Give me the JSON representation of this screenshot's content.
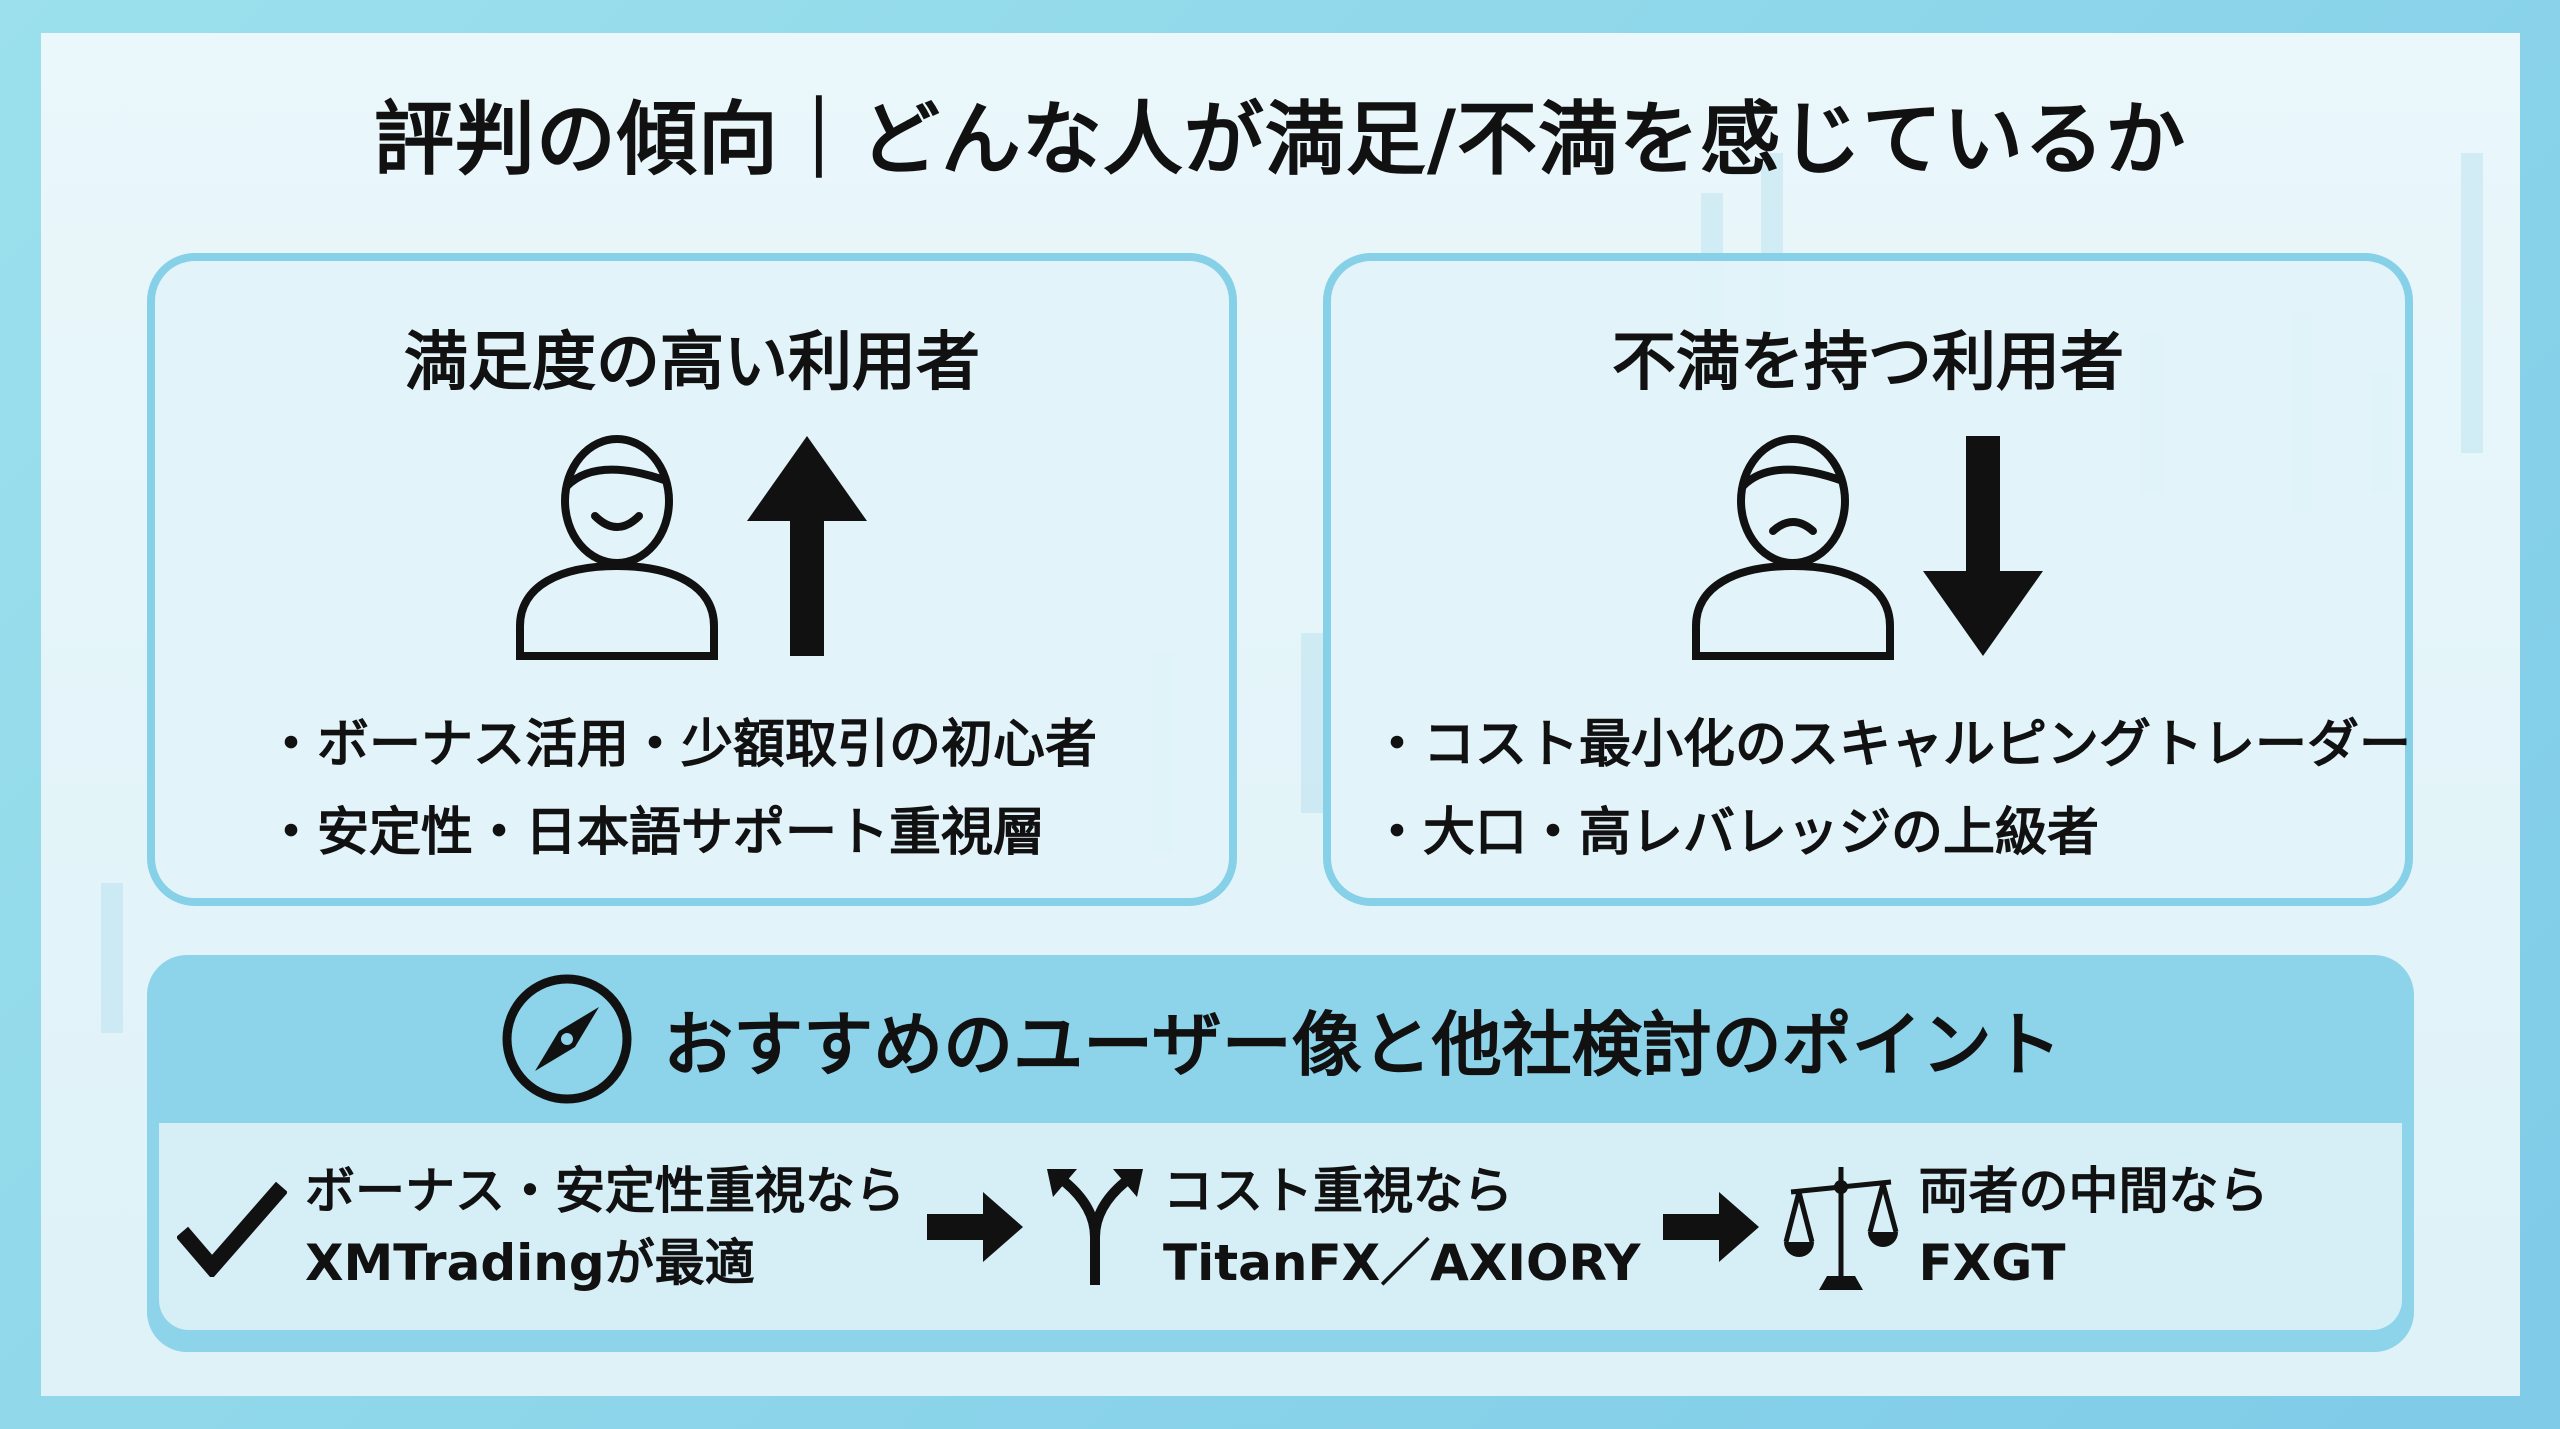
{
  "title": "評判の傾向｜どんな人が満足/不満を感じているか",
  "satisfied": {
    "heading": "満足度の高い利用者",
    "bullets": [
      "・ボーナス活用・少額取引の初心者",
      "・安定性・日本語サポート重視層"
    ]
  },
  "dissatisfied": {
    "heading": "不満を持つ利用者",
    "bullets": [
      "・コスト最小化のスキャルピングトレーダー",
      "・大口・高レバレッジの上級者"
    ]
  },
  "recommendation": {
    "heading": "おすすめのユーザー像と他社検討のポイント",
    "steps": [
      {
        "line1": "ボーナス・安定性重視なら",
        "line2": "XMTradingが最適"
      },
      {
        "line1": "コスト重視なら",
        "line2": "TitanFX／AXIORY"
      },
      {
        "line1": "両者の中間なら",
        "line2": "FXGT"
      }
    ]
  }
}
